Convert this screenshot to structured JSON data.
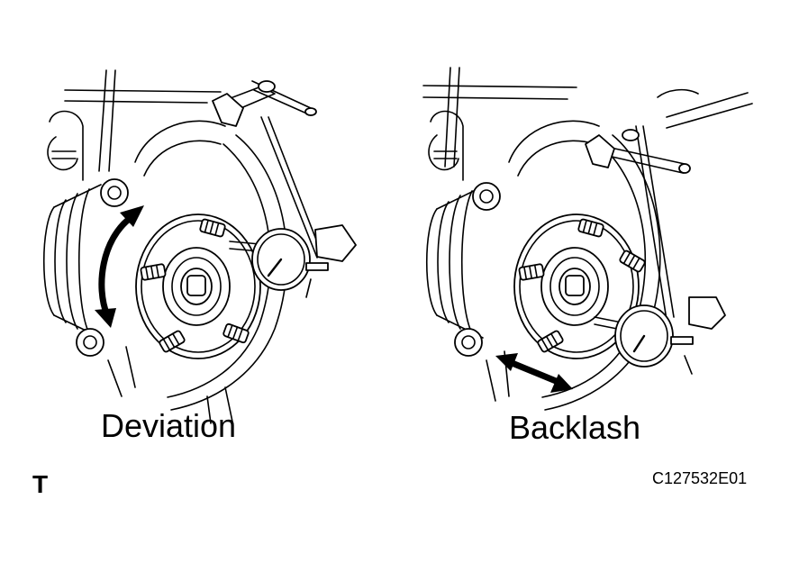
{
  "labels": {
    "left_measurement": "Deviation",
    "right_measurement": "Backlash",
    "corner_mark": "T",
    "figure_code": "C127532E01"
  },
  "colors": {
    "line": "#000000",
    "background": "#ffffff"
  },
  "icons": [
    "double-arrow-curved-icon",
    "double-arrow-straight-icon"
  ]
}
